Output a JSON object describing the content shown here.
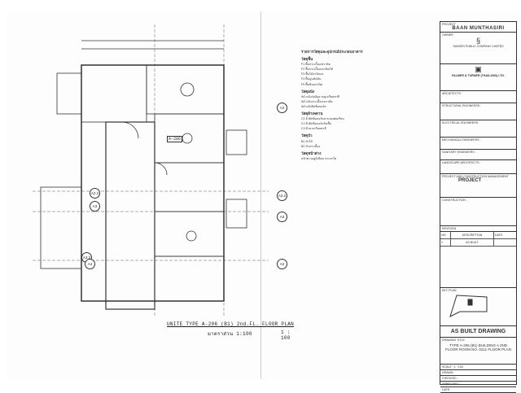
{
  "plan": {
    "title": "UNITE TYPE A-206 (B1) 2nd.FL. FLOOR PLAN",
    "subtitle": "มาตราส่วน 1:100",
    "scale": "1 : 100",
    "unit_tag": "A-206",
    "grid_labels": [
      "A2",
      "A2.2",
      "A3",
      "A3.3",
      "A4",
      "A2",
      "A2.2",
      "A3"
    ]
  },
  "notes": {
    "title": "รายการวัสดุและอุปกรณ์ประกอบอาคาร",
    "sections": [
      {
        "heading": "วัสดุพื้น",
        "items": [
          "F1 พื้นกระเบื้องเซรามิค",
          "F2 พื้นกระเบื้องแกรนิตโต้",
          "F3 พื้นไม้ลามิเนต",
          "F4 พื้นปูนขัดมัน",
          "F5 พื้นหินแกรนิต"
        ]
      },
      {
        "heading": "วัสดุผนัง",
        "items": [
          "W1 ผนังก่ออิฐฉาบปูนเรียบทาสี",
          "W2 ผนังกระเบื้องเซรามิค",
          "W3 ผนังยิปซั่มบอร์ด"
        ]
      },
      {
        "heading": "วัสดุฝ้าเพดาน",
        "items": [
          "C1 ฝ้ายิปซั่มบอร์ดฉาบรอยต่อเรียบ",
          "C2 ฝ้ายิปซั่มบอร์ดกันชื้น",
          "C3 ฝ้าฉาบเรียบทาสี"
        ]
      },
      {
        "heading": "วัสดุบัว",
        "items": [
          "B1 บัวไม้",
          "B2 บัวกระเบื้อง"
        ]
      },
      {
        "heading": "วัสดุหน้าต่าง",
        "items": [
          "หน้าต่างอลูมิเนียม กระจกใส"
        ]
      }
    ]
  },
  "title_block": {
    "project_label": "PROJECT",
    "project": "BAAN MUNTHASIRI",
    "owner_label": "OWNER",
    "owner": "SANSIRI PUBLIC COMPANY LIMITED",
    "architect_firm": "PALMER & TURNER (THAILAND) LTD.",
    "architects": "ARCHITECTS :",
    "structural": "STRUCTURAL ENGINEERS :",
    "electrical": "ELECTRICAL ENGINEERS :",
    "mechanical": "MECHANICAL ENGINEERS :",
    "sanitary": "SANITARY ENGINEERS :",
    "landscape": "LANDSCAPE ARCHITECTS :",
    "pcm": "PROJECT AND CONSTRUCTION MANAGEMENT",
    "pcm_name": "PROJECT",
    "construction": "CONSTRUCTION",
    "revision": "REVISION",
    "rev_headers": [
      "NO.",
      "DESCRIPTION",
      "DATE"
    ],
    "rev_rows": [
      [
        "1",
        "AS BUILT",
        ""
      ]
    ],
    "key_plan": "KEY PLAN",
    "as_built": "AS BUILT DRAWING",
    "drawing_title_label": "DRAWING TITLE",
    "drawing_title": "TYPE A-206 (B1) BUILDING A 2ND FLOOR ROOM NO. 0211 FLOOR PLAN",
    "scale": "SCALE : 1 : 100",
    "drawn": "DRAWN :",
    "checked": "CHECKED :",
    "approved": "APPROVED :",
    "date": "DATE :"
  }
}
